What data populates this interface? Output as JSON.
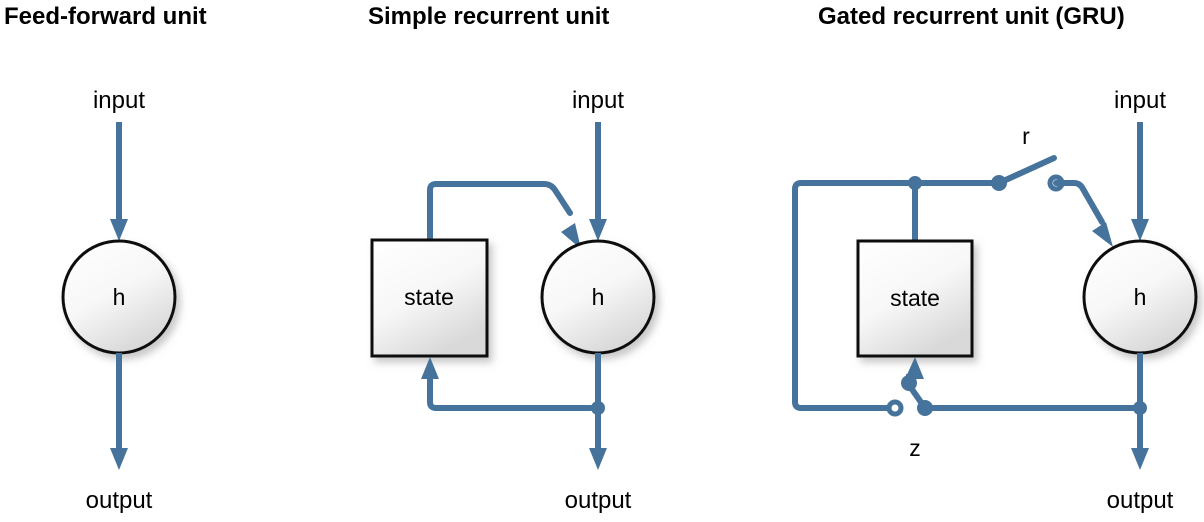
{
  "figure": {
    "background": "#ffffff",
    "wire_color": "#45739B",
    "shape_stroke_color": "#111111",
    "shape_fill_top": "#ffffff",
    "shape_fill_bottom": "#dedede",
    "text_color": "#000000"
  },
  "panels": [
    {
      "id": "feed-forward",
      "title": "Feed-forward unit",
      "input_label": "input",
      "output_label": "output",
      "node_label": "h",
      "state_label": null,
      "gates": []
    },
    {
      "id": "simple-recurrent",
      "title": "Simple recurrent unit",
      "input_label": "input",
      "output_label": "output",
      "node_label": "h",
      "state_label": "state",
      "gates": []
    },
    {
      "id": "gated-recurrent",
      "title": "Gated recurrent unit (GRU)",
      "input_label": "input",
      "output_label": "output",
      "node_label": "h",
      "state_label": "state",
      "gates": [
        {
          "id": "reset-gate",
          "label": "r"
        },
        {
          "id": "update-gate",
          "label": "z"
        }
      ]
    }
  ]
}
